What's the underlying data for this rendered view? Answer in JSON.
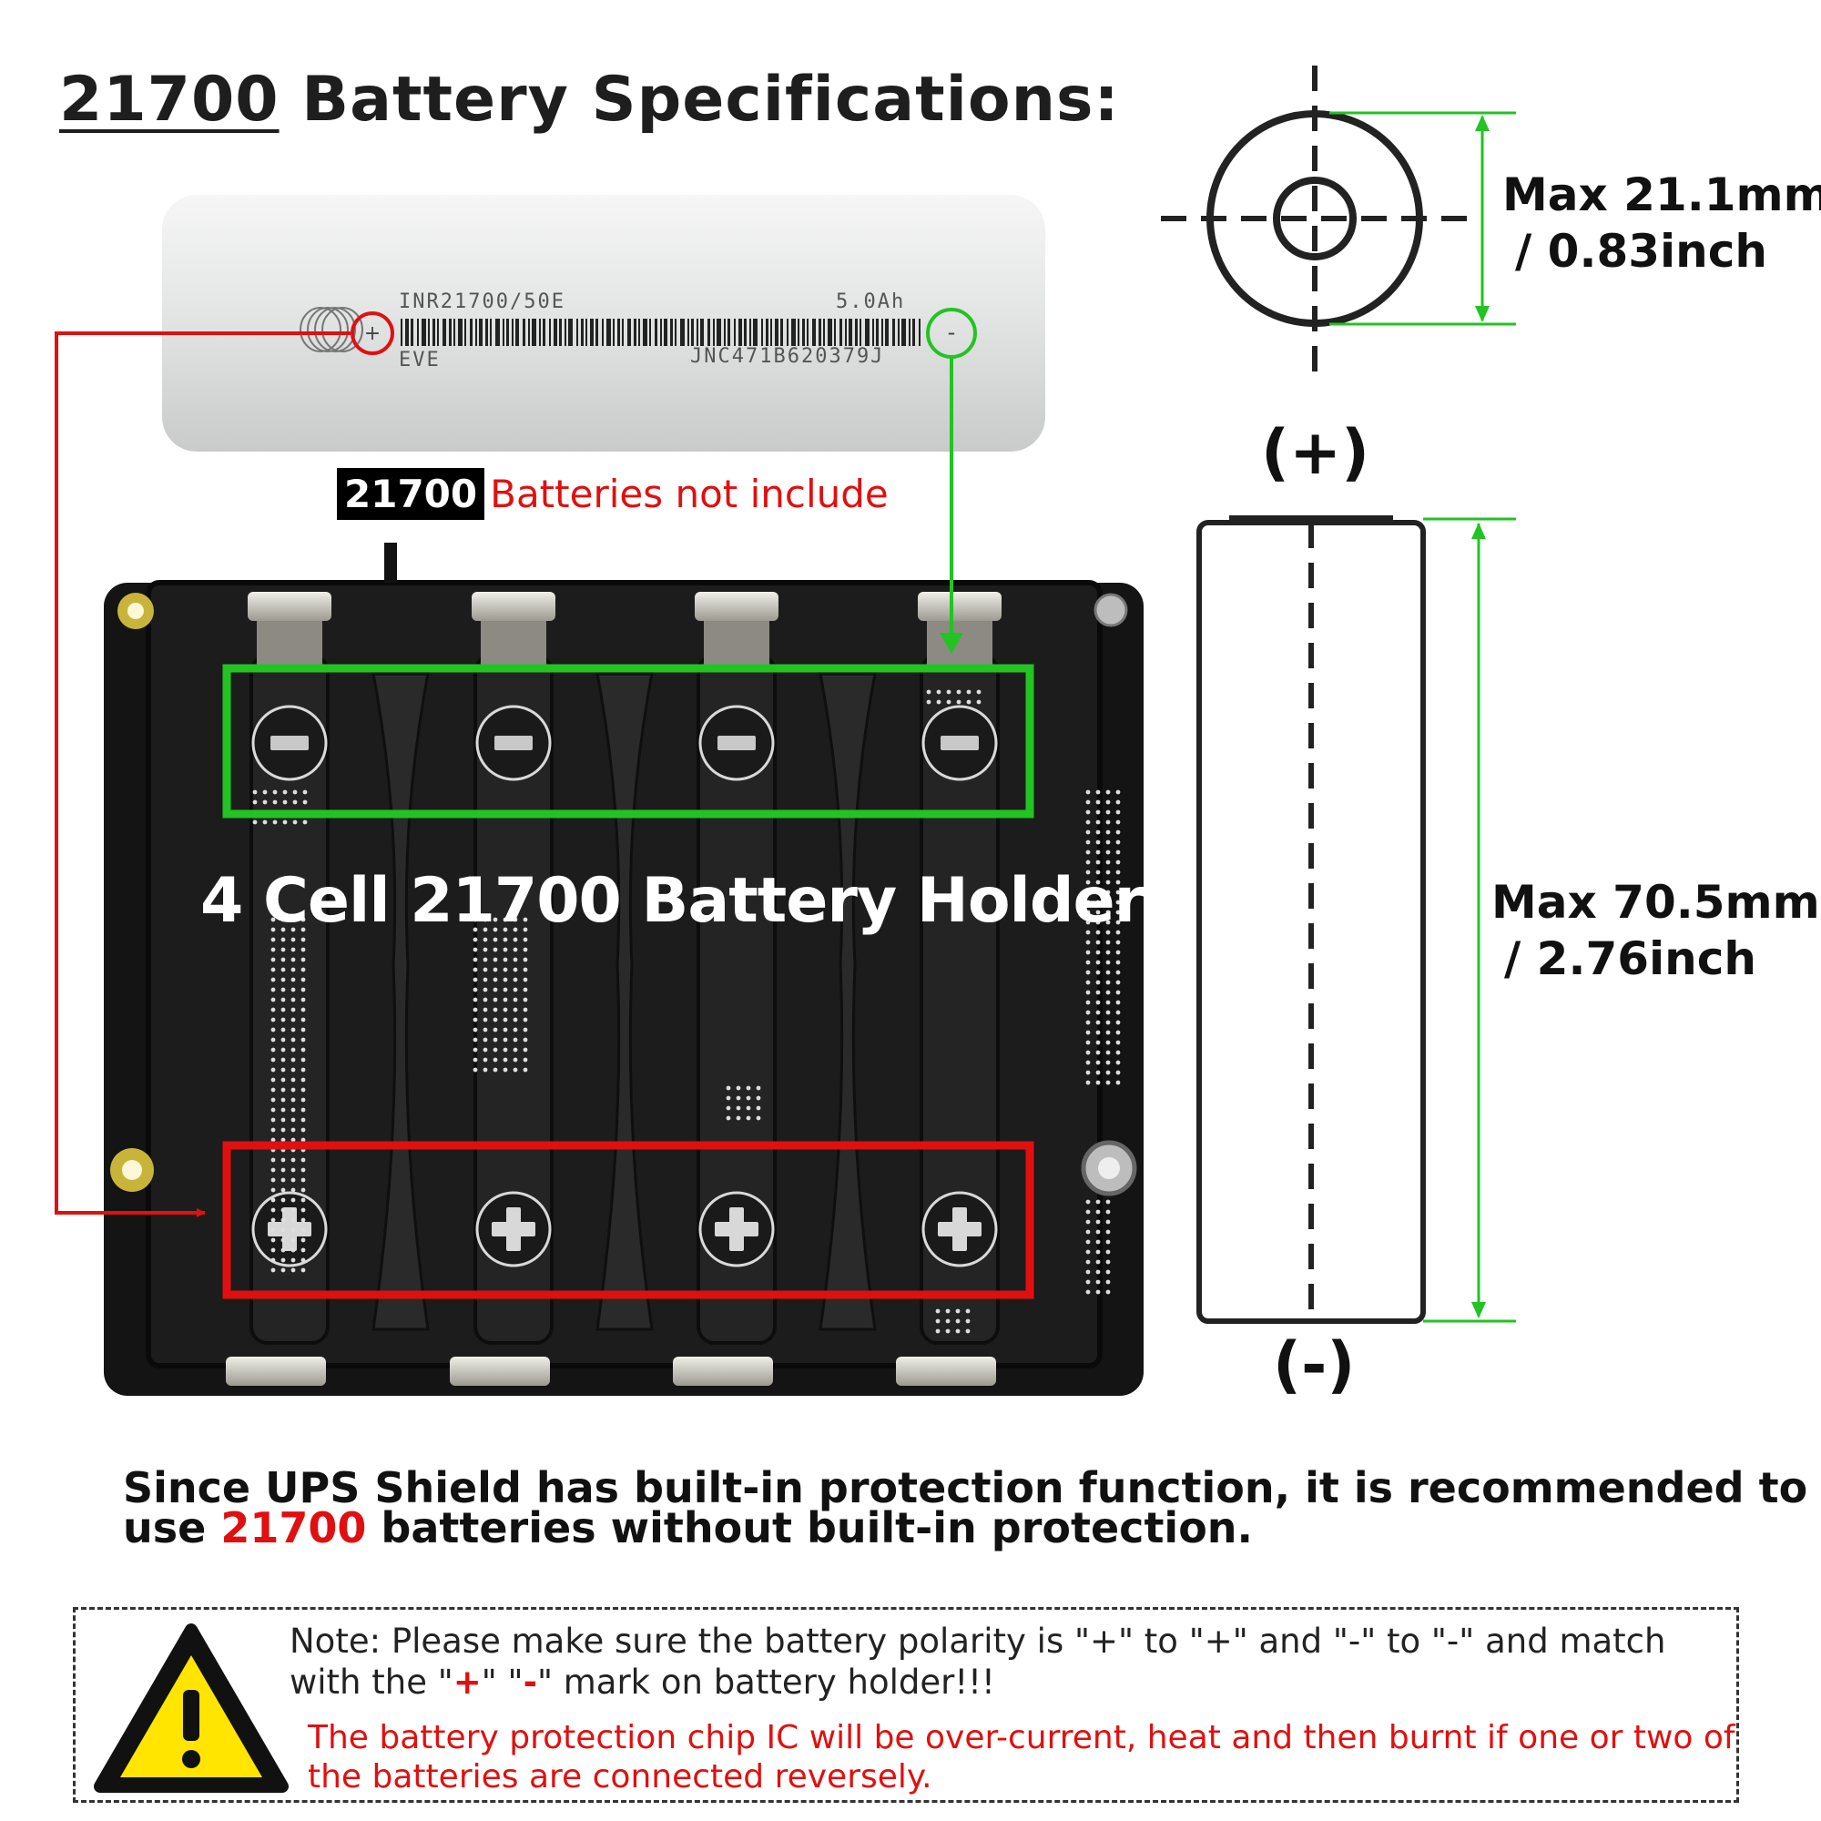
{
  "title_underlined": "21700",
  "title_rest": " Battery Specifications:",
  "battery_cell": {
    "model": "INR21700/50E",
    "capacity": "5.0Ah",
    "brand": "EVE",
    "serial": "JNC471B620379J",
    "plus": "+",
    "minus": "-"
  },
  "not_included": {
    "tag": "21700",
    "text": "Batteries not include"
  },
  "holder_label": "4 Cell 21700 Battery Holder",
  "dimensions": {
    "diameter_line1": "Max 21.1mm",
    "diameter_line2": "/ 0.83inch",
    "length_line1": "Max 70.5mm",
    "length_line2": "/ 2.76inch"
  },
  "polarity": {
    "plus": "(+)",
    "minus": "(-)"
  },
  "recommendation": {
    "line1": "Since UPS Shield has built-in protection function, it is recommended to",
    "line2_a": "use ",
    "line2_red": "21700",
    "line2_b": " batteries without built-in protection."
  },
  "note": {
    "part1": "Note: Please make sure the battery polarity is \"+\" to \"+\" and \"-\" to \"-\" and match with the \"",
    "plus": "+",
    "mid": "\" \"",
    "minus": "-",
    "part2": "\" mark on battery holder!!!",
    "warning": "The battery protection chip IC will be over-current, heat and then burnt if one or two of the batteries are connected reversely."
  },
  "colors": {
    "red": "#e01010",
    "green": "#22c322",
    "board": "#141414"
  }
}
